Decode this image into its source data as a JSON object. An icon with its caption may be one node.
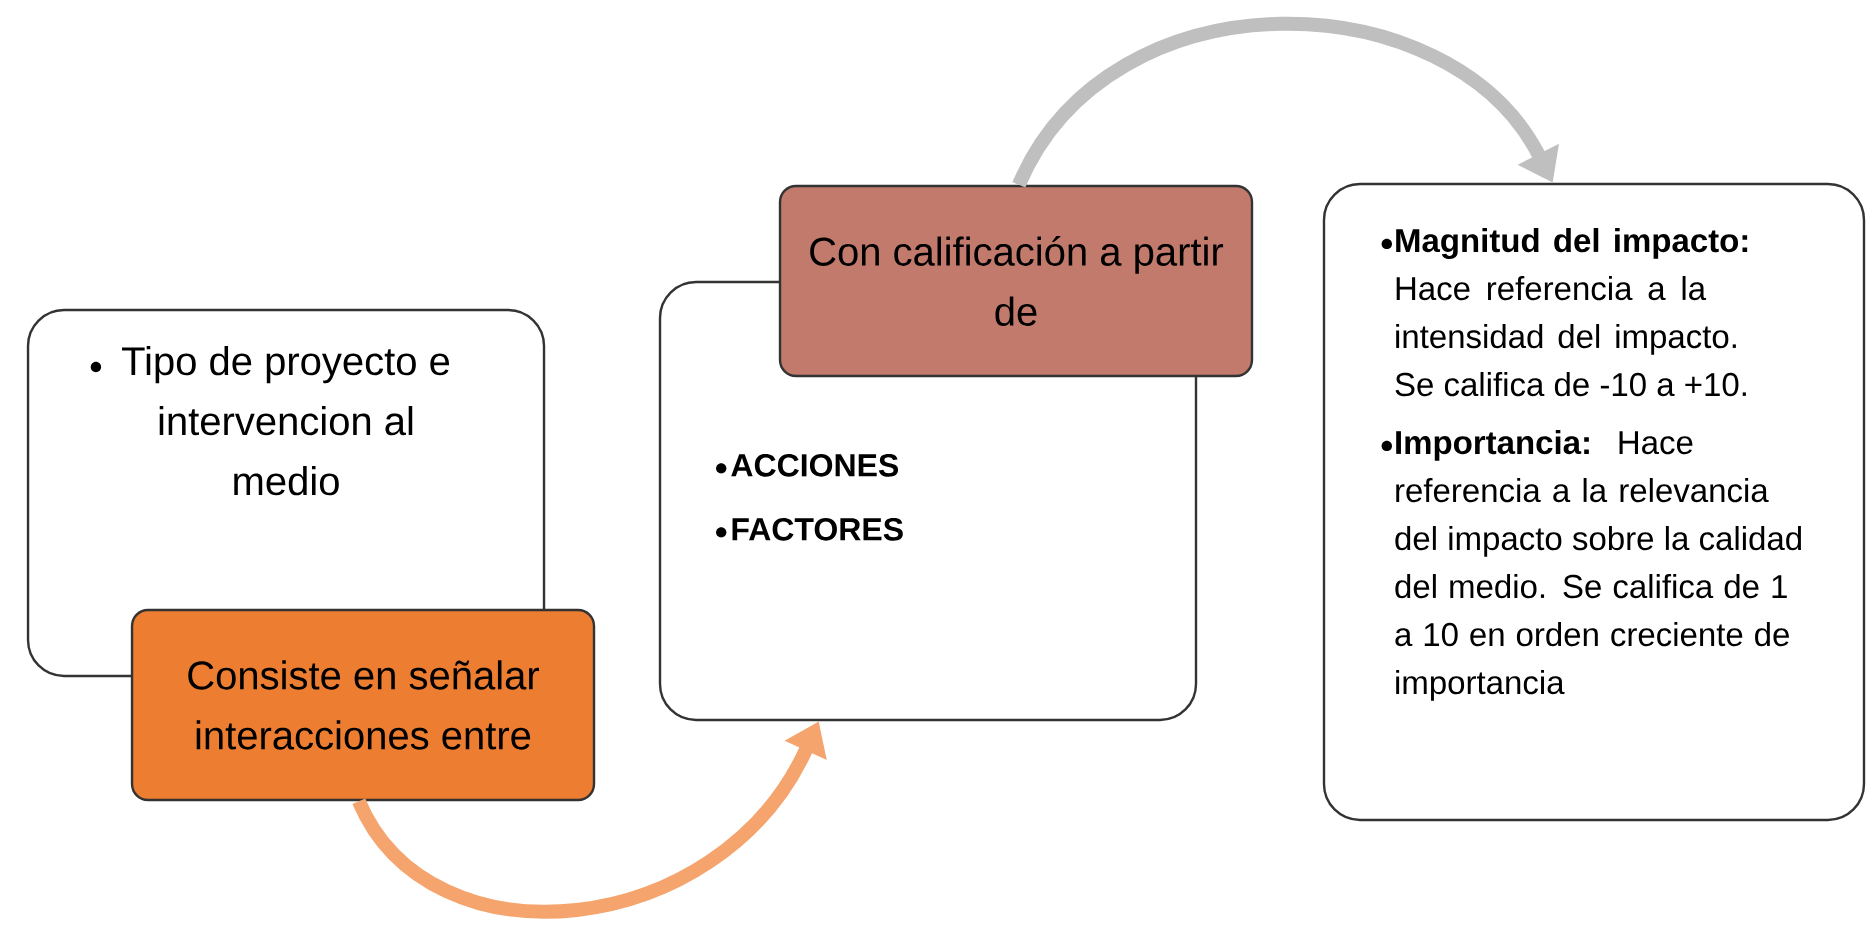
{
  "diagram": {
    "nodes": [
      {
        "text": [
          "Tipo de proyecto e intervencion al medio"
        ]
      },
      {
        "text": [
          "Consiste en señalar interacciones entre"
        ]
      },
      {
        "text": [
          "ACCIONES",
          "FACTORES"
        ]
      },
      {
        "text": [
          "Con calificación a partir de"
        ]
      },
      {
        "text": [
          "**Magnitud del impacto:** Hace referencia a la intensidad del impacto. Se califica de -10 a +10.",
          "**Importancia:** Hace referencia a la relevancia del impacto sobre la calidad del medio. Se califica de 1 a 10 en orden creciente de importancia"
        ]
      }
    ],
    "edges": [
      {
        "from": 1,
        "to": 2,
        "arrow": "to",
        "color": "#f4a46c"
      },
      {
        "from": 3,
        "to": 4,
        "arrow": "to",
        "color": "#bfbfbf"
      }
    ]
  }
}
